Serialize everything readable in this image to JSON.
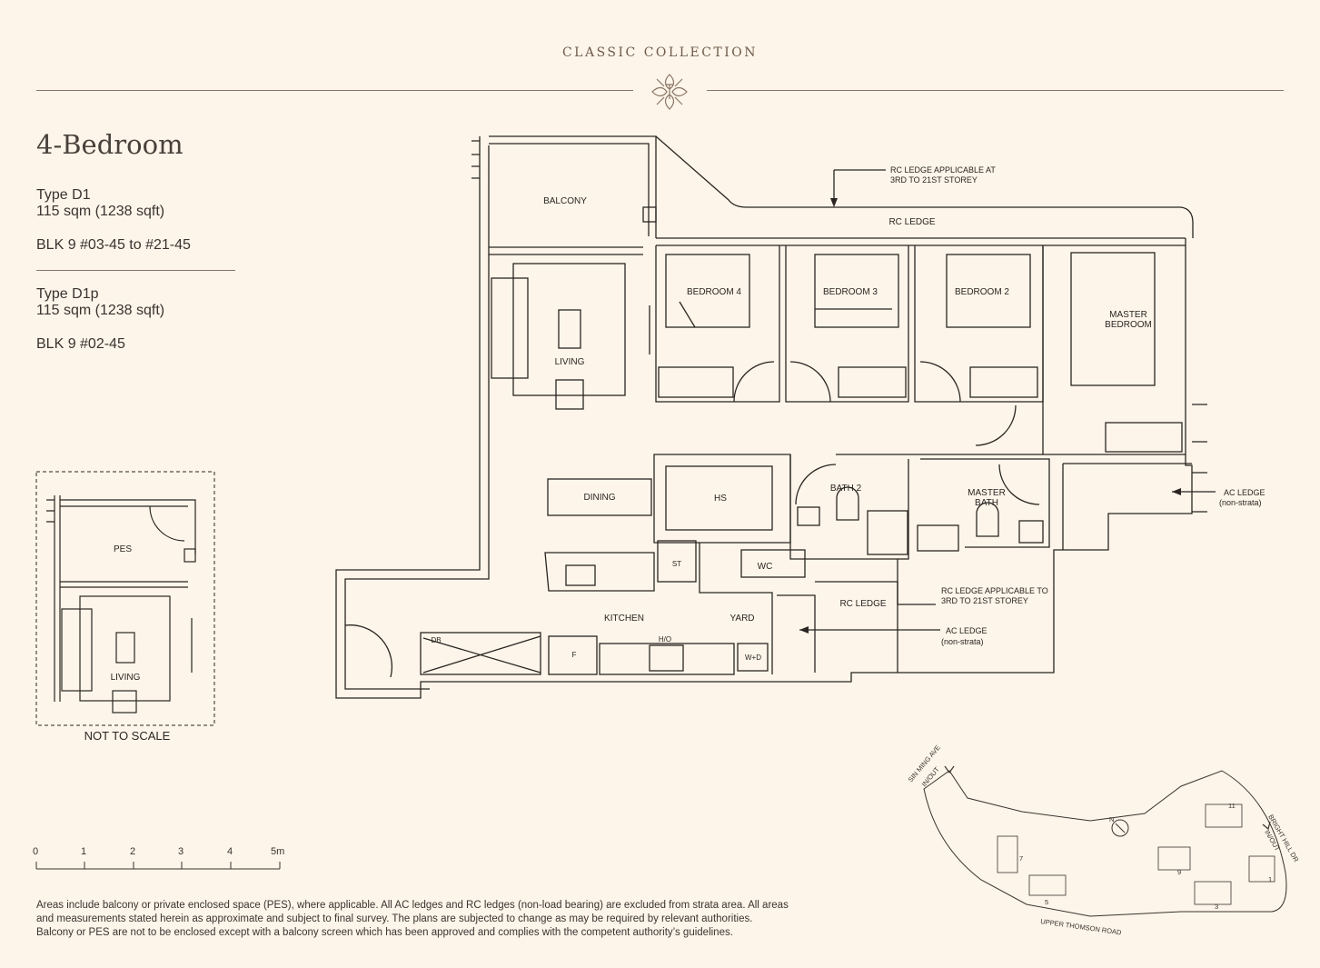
{
  "header": {
    "collection": "CLASSIC COLLECTION"
  },
  "unit": {
    "title": "4-Bedroom",
    "types": [
      {
        "type": "Type D1",
        "area": "115 sqm (1238 sqft)",
        "units": "BLK 9 #03-45 to #21-45"
      },
      {
        "type": "Type D1p",
        "area": "115 sqm (1238 sqft)",
        "units": "BLK 9 #02-45"
      }
    ]
  },
  "plan_labels": {
    "balcony": "BALCONY",
    "living": "LIVING",
    "bedroom4": "BEDROOM 4",
    "bedroom3": "BEDROOM 3",
    "bedroom2": "BEDROOM 2",
    "master_bedroom_1": "MASTER",
    "master_bedroom_2": "BEDROOM",
    "dining": "DINING",
    "hs": "HS",
    "bath2": "BATH 2",
    "master_bath_1": "MASTER",
    "master_bath_2": "BATH",
    "st": "ST",
    "wc": "WC",
    "kitchen": "KITCHEN",
    "yard": "YARD",
    "ho": "H/O",
    "db": "DB",
    "f": "F",
    "wd": "W+D",
    "rc_ledge_top": "RC LEDGE",
    "rc_ledge_mid": "RC LEDGE",
    "rc_ledge_applicable_top_1": "RC LEDGE APPLICABLE AT",
    "rc_ledge_applicable_top_2": "3RD TO 21ST STOREY",
    "rc_ledge_applicable_mid_1": "RC LEDGE APPLICABLE TO",
    "rc_ledge_applicable_mid_2": "3RD TO 21ST STOREY",
    "ac_ledge_right_1": "AC LEDGE",
    "ac_ledge_right_2": "(non-strata)",
    "ac_ledge_mid_1": "AC LEDGE",
    "ac_ledge_mid_2": "(non-strata)"
  },
  "pes_inset": {
    "pes": "PES",
    "living": "LIVING",
    "not_to_scale": "NOT TO SCALE"
  },
  "scale_bar": {
    "ticks": [
      "0",
      "1",
      "2",
      "3",
      "4",
      "5m"
    ]
  },
  "site_plan": {
    "road_sin_ming": "SIN MING AVE",
    "in_out_left": "IN/OUT",
    "road_bright_hill": "BRIGHT HILL DR",
    "in_out_right": "IN/OUT",
    "road_upper_thomson": "UPPER THOMSON ROAD",
    "north": "N",
    "blocks": [
      "7",
      "5",
      "9",
      "11",
      "3",
      "1"
    ]
  },
  "disclaimer": {
    "line1": "Areas include balcony or private enclosed space (PES), where applicable. All AC ledges and RC ledges (non-load bearing) are excluded from strata area. All areas",
    "line2": "and measurements stated herein as approximate and subject to final survey. The plans are subjected to change as may be required by relevant authorities.",
    "line3": "Balcony or PES are not to be enclosed except with a balcony screen which has been approved and complies with the competent authority’s guidelines."
  },
  "colors": {
    "background": "#fdf5e9",
    "accent": "#8a7566",
    "line": "#2a2522"
  }
}
